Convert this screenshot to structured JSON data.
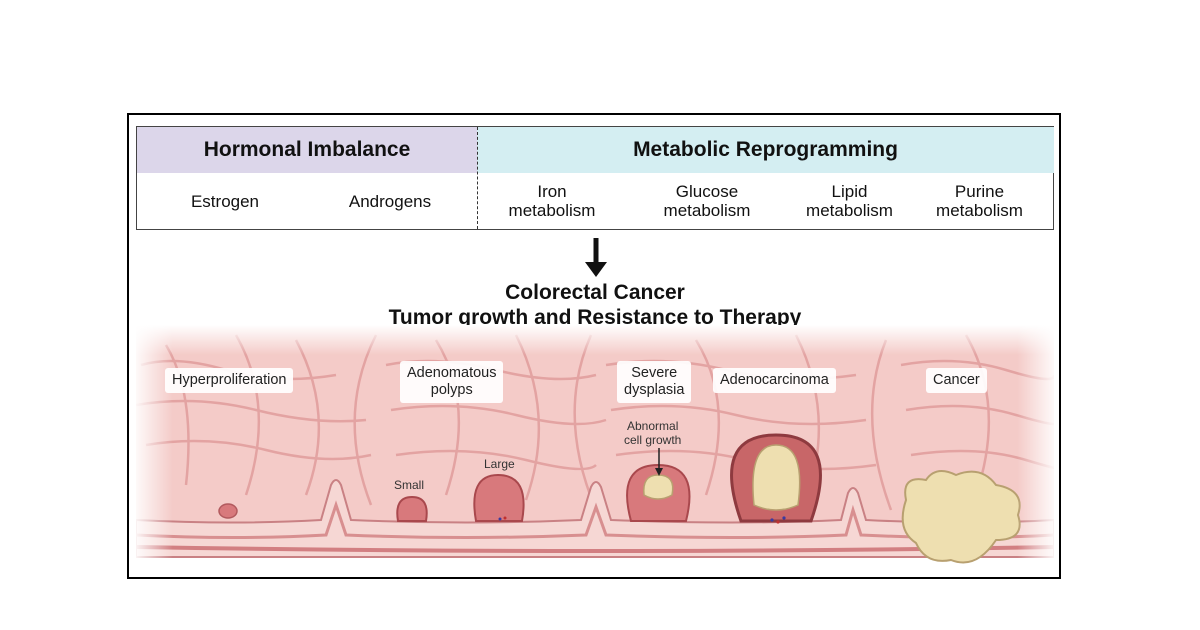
{
  "headers": {
    "hormonal": "Hormonal Imbalance",
    "metabolic": "Metabolic Reprogramming"
  },
  "hormonal_items": [
    "Estrogen",
    "Androgens"
  ],
  "metabolic_items": [
    "Iron\nmetabolism",
    "Glucose\nmetabolism",
    "Lipid\nmetabolism",
    "Purine\nmetabolism"
  ],
  "title": {
    "line1": "Colorectal Cancer",
    "line2": "Tumor growth and Resistance to Therapy"
  },
  "stages": [
    "Hyperproliferation",
    "Adenomatous\npolyps",
    "Severe\ndysplasia",
    "Adenocarcinoma",
    "Cancer"
  ],
  "annotations": {
    "small": "Small",
    "large": "Large",
    "abnormal": "Abnormal\ncell growth"
  },
  "colors": {
    "hormonal_header": "#dcd6ea",
    "metabolic_header": "#d4eef2",
    "tissue": "#f2c2c0",
    "polyp": "#d8797c",
    "tumor_core": "#eedfb0"
  }
}
